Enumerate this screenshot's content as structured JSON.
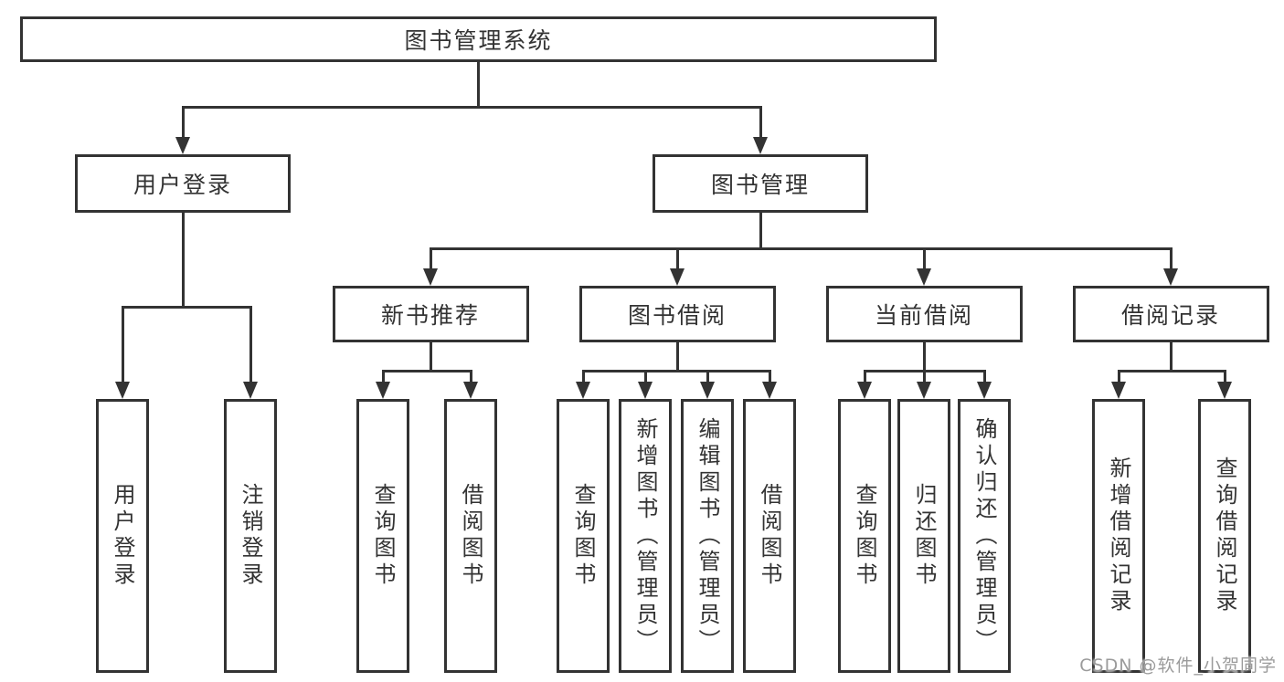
{
  "tree": {
    "root": {
      "label": "图书管理系统"
    },
    "level2": [
      {
        "label": "用户登录"
      },
      {
        "label": "图书管理"
      }
    ],
    "level3": [
      {
        "label": "新书推荐"
      },
      {
        "label": "图书借阅"
      },
      {
        "label": "当前借阅"
      },
      {
        "label": "借阅记录"
      }
    ],
    "leaves": {
      "user": [
        {
          "label": "用户登录"
        },
        {
          "label": "注销登录"
        }
      ],
      "recommend": [
        {
          "label": "查询图书"
        },
        {
          "label": "借阅图书"
        }
      ],
      "borrow": [
        {
          "label": "查询图书"
        },
        {
          "label": "新增图书（管理员）"
        },
        {
          "label": "编辑图书（管理员）"
        },
        {
          "label": "借阅图书"
        }
      ],
      "current": [
        {
          "label": "查询图书"
        },
        {
          "label": "归还图书"
        },
        {
          "label": "确认归还（管理员）"
        }
      ],
      "records": [
        {
          "label": "新增借阅记录"
        },
        {
          "label": "查询借阅记录"
        }
      ]
    }
  },
  "watermark": {
    "text": "CSDN @软件_小贺同学"
  },
  "colors": {
    "line": "#333333",
    "text": "#333333",
    "watermark": "#9b9b9b",
    "background": "#ffffff"
  }
}
